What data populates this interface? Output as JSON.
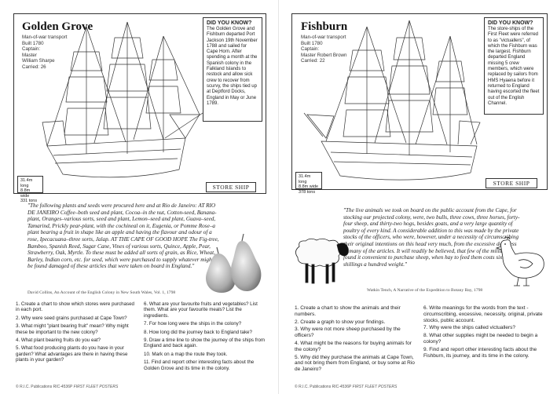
{
  "left": {
    "title": "Golden Grove",
    "info": [
      "Man-of-war transport",
      "Built 1780",
      "Captain:",
      "Master",
      "William Sharpe",
      "Carried: 26"
    ],
    "did_you_know_title": "DID YOU KNOW?",
    "did_you_know": "The Golden Grove and Fishburn departed Port Jackson 19th November 1788 and sailed for Cape Horn. After spending a month at the Spanish colony in the Falkland Islands to restock and allow sick crew to recover from scurvy, the ships tied up at Deptford Docks, England in May or June 1789.",
    "dims": [
      "31.4m long",
      "8.8m wide",
      "331 tons"
    ],
    "label": "STORE SHIP",
    "quote": "\"The following plants and seeds were procured here and at Rio de Janeiro: AT RIO DE JANEIRO Coffee–both seed and plant, Cocoa–in the nut, Cotton-seed, Banana-plant, Oranges–various sorts, seed and plant, Lemon–seed and plant, Guava–seed, Tamarind, Prickly pear-plant, with the cochineal on it, Eugenia, or Pomme Rose–a plant bearing a fruit in shape like an apple and having the flavour and odour of a rose, Ipecacuana–three sorts, Jalap. AT THE CAPE OF GOOD HOPE The Fig-tree, Bamboo, Spanish Reed, Sugar Cane, Vines of various sorts, Quince, Apple, Pear, Strawberry, Oak, Myrtle. To these must be added all sorts of grain, as Rice, Wheat, Barley, Indian corn, etc. for seed, which were purchased to supply whatever might be found damaged of these articles that were taken on board in England.\"",
    "source": "David Collins, An Account of the English Colony in New South Wales, Vol. 1, 1798",
    "questions_col1": [
      "1. Create a chart to show which stores were purchased in each port.",
      "2. Why were seed grains purchased at Cape Town?",
      "3. What might \"plant bearing fruit\" mean? Why might these be important to the new colony?",
      "4. What plant bearing fruits do you eat?",
      "5. What food producing plants do you have in your garden? What advantages are there in having these plants in your garden?"
    ],
    "questions_col2": [
      "6. What are your favourite fruits and vegetables? List them. What are your favourite meals? List the ingredients.",
      "7. For how long were the ships in the colony?",
      "8. How long did the journey back to England take?",
      "9. Draw a time line to show the journey of the ships from England and back again.",
      "10. Mark on a map the route they took.",
      "11. Find and report other interesting facts about the Golden Grove and its time in the colony."
    ],
    "footer_publisher": "© R.I.C. Publications",
    "footer_code": "RIC-4536P",
    "footer_series": "FIRST FLEET POSTERS"
  },
  "right": {
    "title": "Fishburn",
    "info": [
      "Man-of-war transport",
      "Built 1780",
      "Captain:",
      "Master Robert Brown",
      "Carried: 22"
    ],
    "did_you_know_title": "DID YOU KNOW?",
    "did_you_know": "The store-ships of the First Fleet were referred to as \"victuallers\", of which the Fishburn was the largest. Fishburn departed England missing 5 crew members, which were replaced by sailors from HMS Hyaena before it returned to England having escorted the fleet out of the English Channel.",
    "dims": [
      "31.4m long",
      "8.8m wide",
      "378 tons"
    ],
    "label": "STORE SHIP",
    "quote": "\"The live animals we took on board on the public account from the Cape, for stocking our projected colony, were, two bulls, three cows, three horses, forty-four sheep, and thirty-two hogs, besides goats, and a very large quantity of poultry of every kind. A considerable addition to this was made by the private stocks of the officers, who were, however, under a necessity of circumscribing their original intentions on this head very much, from the excessive dearness of many of the articles. It will readily be believed, that few of the military found it convenient to purchase sheep, when hay to feed them costs sixteen shillings a hundred weight.\"",
    "source": "Watkin Tench, A Narrative of the Expedition to Botany Bay, 1798",
    "questions_col1": [
      "1. Create a chart to show the animals and their numbers.",
      "2. Create a graph to show your findings.",
      "3. Why were not more sheep purchased by the officers?",
      "4. What might be the reasons for buying animals for the colony?",
      "5. Why did they purchase the animals at Cape Town, and not bring them from England, or buy some at Rio de Janeiro?"
    ],
    "questions_col2": [
      "6. Write meanings for the words from the text - circumscribing, excessive, necessity, original, private stocks, public account.",
      "7. Why were the ships called victuallers?",
      "8. What other supplies might be needed to begin a colony?",
      "9. Find and report other interesting facts about the Fishburn, its journey, and its time in the colony."
    ],
    "footer_publisher": "© R.I.C. Publications",
    "footer_code": "RIC-4536P",
    "footer_series": "FIRST FLEET POSTERS"
  }
}
